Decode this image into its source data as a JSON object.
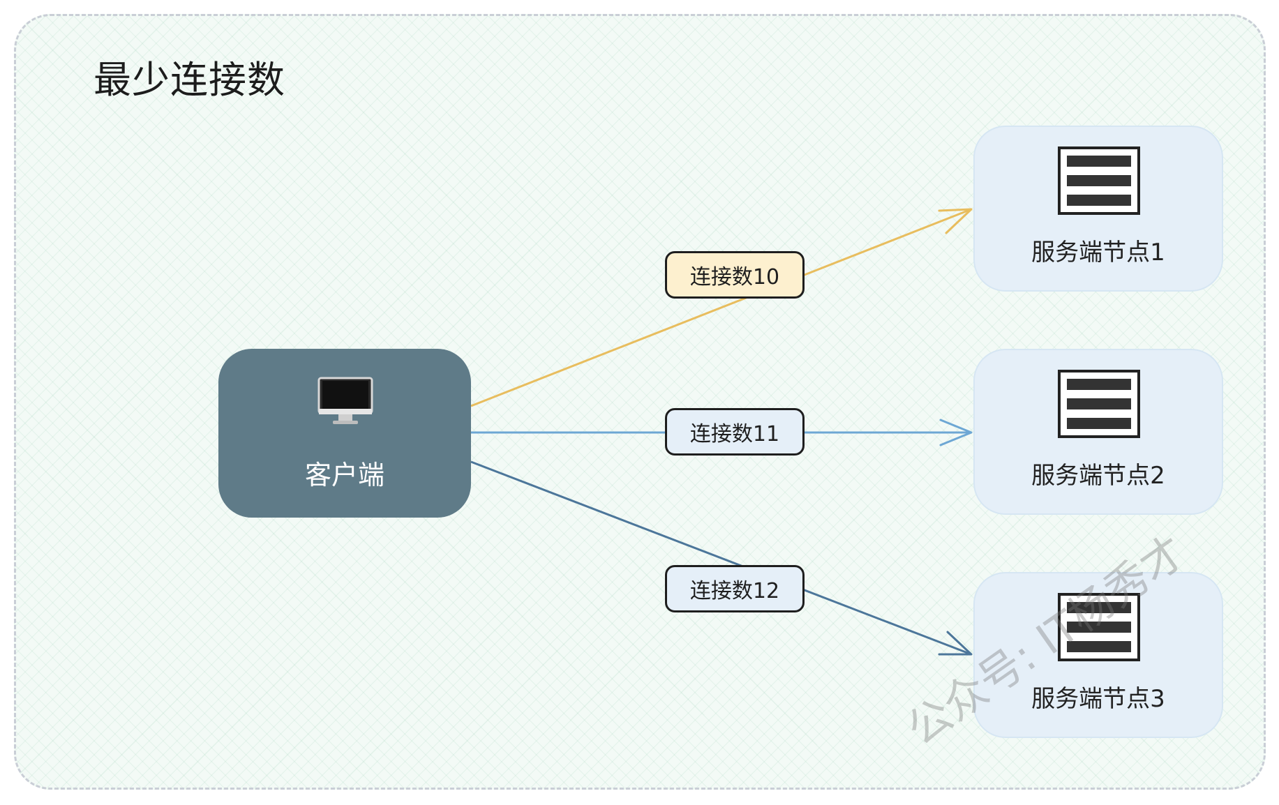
{
  "title": "最少连接数",
  "client": {
    "label": "客户端",
    "icon": "monitor-icon",
    "color": "#5f7b88"
  },
  "servers": [
    {
      "label": "服务端节点1",
      "icon": "server-rack-icon"
    },
    {
      "label": "服务端节点2",
      "icon": "server-rack-icon"
    },
    {
      "label": "服务端节点3",
      "icon": "server-rack-icon"
    }
  ],
  "connections": [
    {
      "label": "连接数10",
      "line_color": "#e8bd5e",
      "badge_color": "#fdf0cf"
    },
    {
      "label": "连接数11",
      "line_color": "#6da7d4",
      "badge_color": "#e5eff8"
    },
    {
      "label": "连接数12",
      "line_color": "#4c769a",
      "badge_color": "#e5eff8"
    }
  ],
  "watermark": "公众号: IT杨秀才"
}
